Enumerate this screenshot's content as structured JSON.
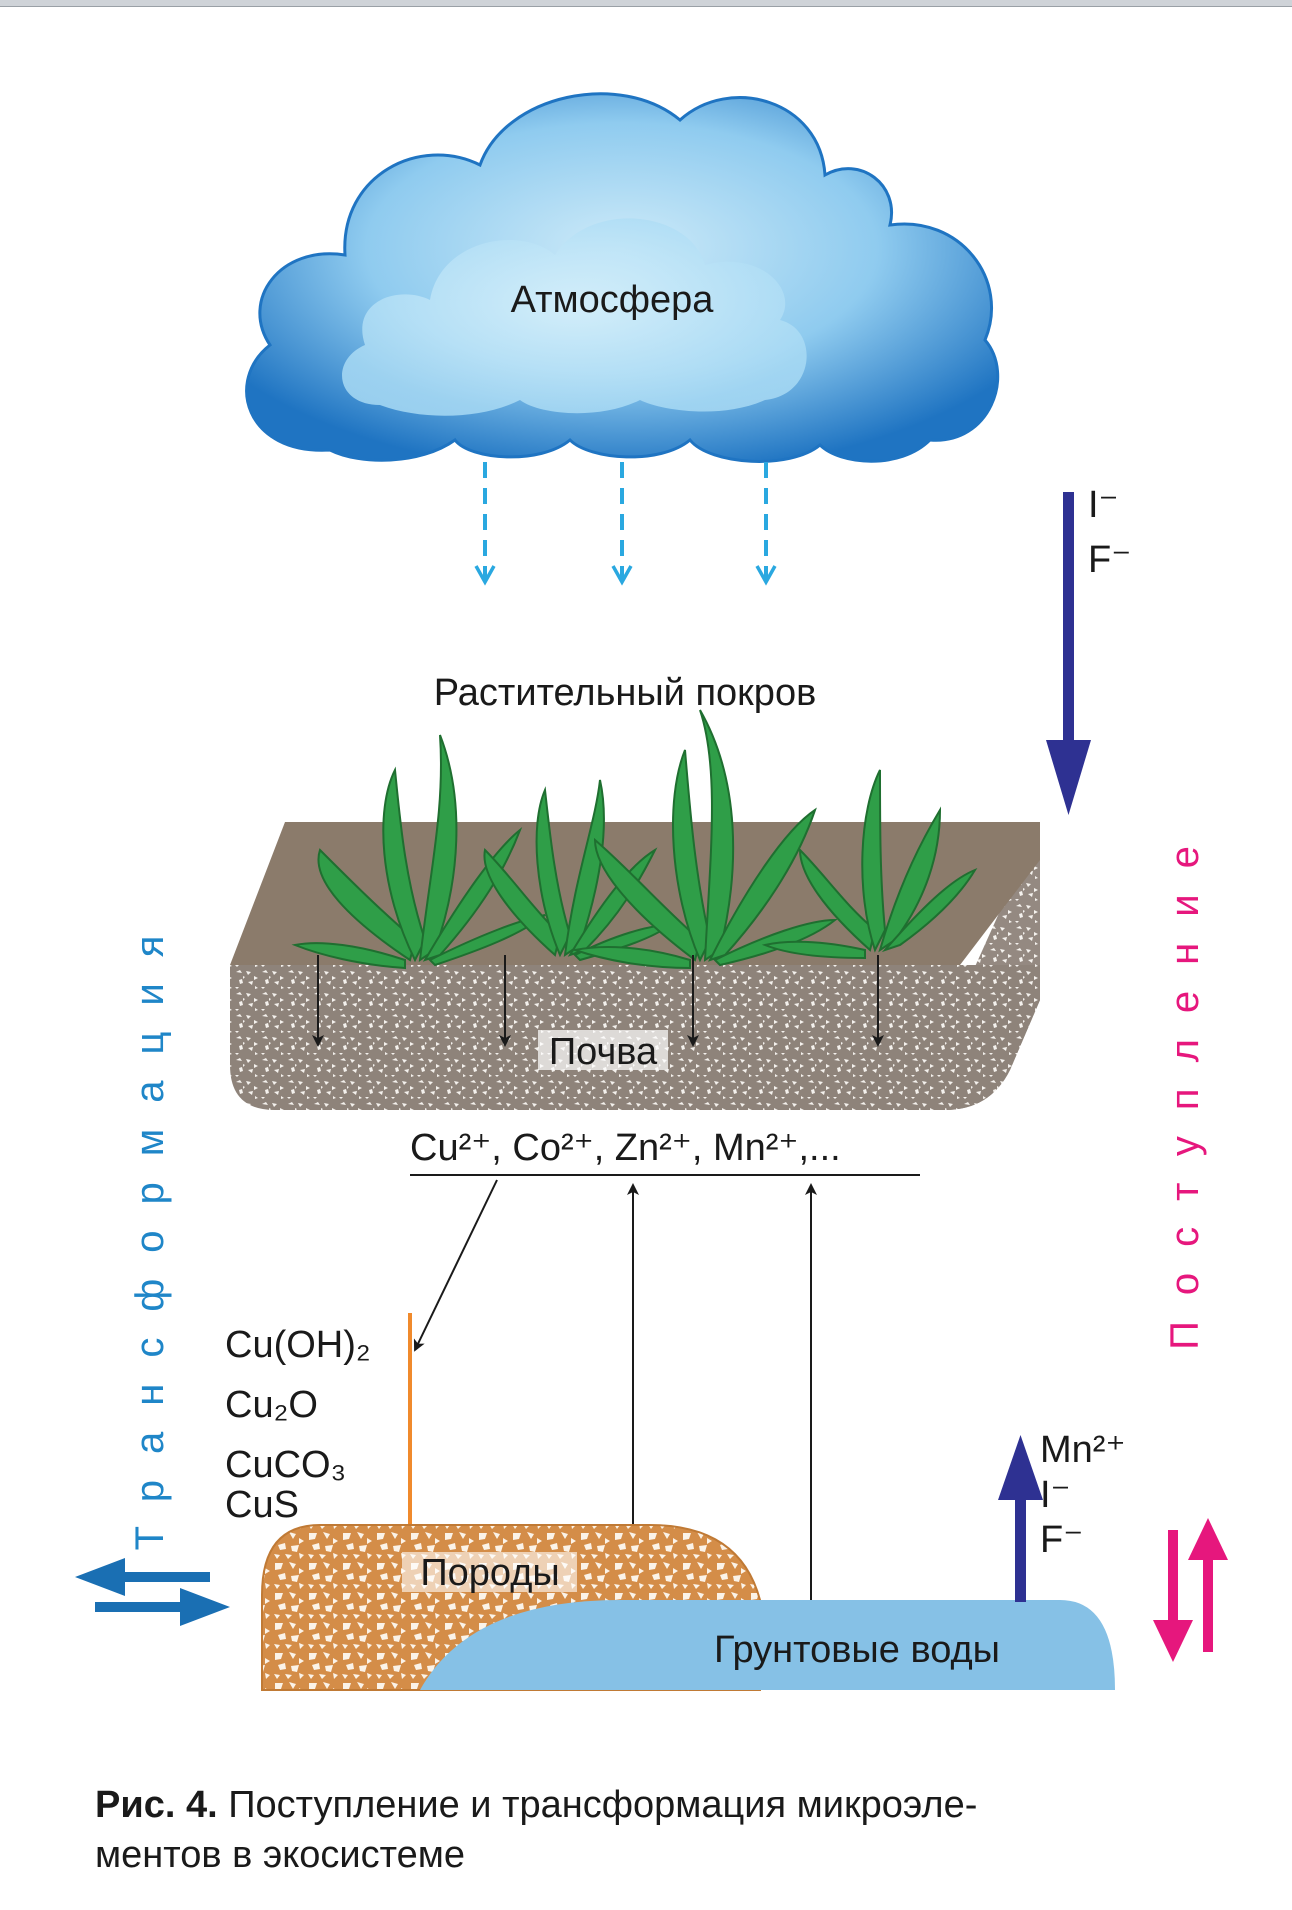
{
  "labels": {
    "atmosphere": "Атмосфера",
    "vegetation": "Растительный покров",
    "soil": "Почва",
    "ions_line": "Cu²⁺, Co²⁺, Zn²⁺, Mn²⁺,...",
    "rocks": "Породы",
    "groundwater": "Грунтовые воды",
    "side_left": "Трансформация",
    "side_right": "Поступление"
  },
  "atmo_ions": [
    "I⁻",
    "F⁻"
  ],
  "gw_ions": [
    "Mn²⁺",
    "I⁻",
    "F⁻"
  ],
  "copper_compounds": [
    "Cu(OH)₂",
    "Cu₂O",
    "CuCO₃",
    "CuS"
  ],
  "caption": {
    "number": "Рис. 4.",
    "text": " Поступление и трансформация микроэле-",
    "text_line2": "ментов в экосистеме"
  },
  "colors": {
    "cloud_dark": "#1f74c2",
    "cloud_light": "#bfe4f7",
    "rain": "#2aa8e0",
    "blue_arrow": "#2e3192",
    "soil_top": "#8b7b6b",
    "soil_body": "#9a8f86",
    "grass": "#2f9e48",
    "rocks": "#d4904a",
    "groundwater": "#86c1e6",
    "orange_line": "#f08a2c",
    "side_left": "#1f86c8",
    "side_right": "#e6177d",
    "exchange_arrows": "#1a6fb3"
  }
}
